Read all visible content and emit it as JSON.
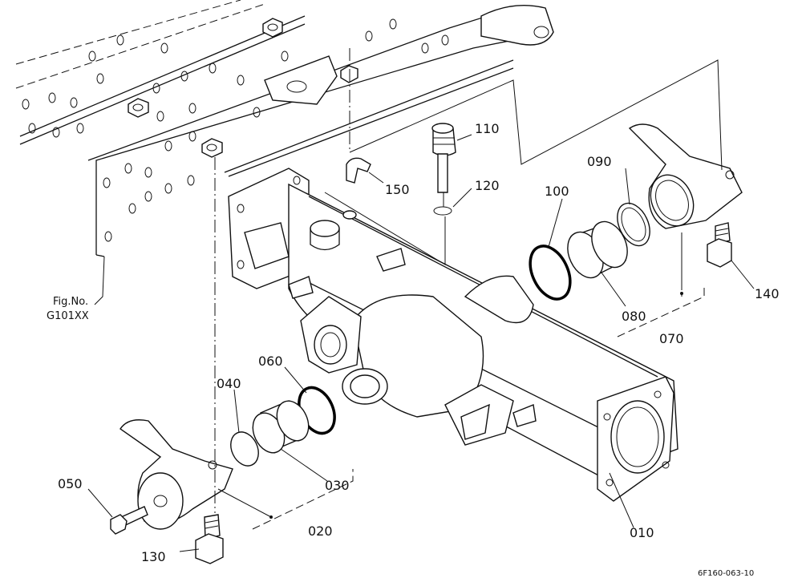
{
  "diagram": {
    "part_labels": {
      "p010": "010",
      "p020": "020",
      "p030": "030",
      "p040": "040",
      "p050": "050",
      "p060": "060",
      "p070": "070",
      "p080": "080",
      "p090": "090",
      "p100": "100",
      "p110": "110",
      "p120": "120",
      "p130": "130",
      "p140": "140",
      "p150": "150"
    },
    "figure_ref": {
      "line1": "Fig.No.",
      "line2": "G101XX"
    },
    "drawing_code": "6F160-063-10"
  }
}
